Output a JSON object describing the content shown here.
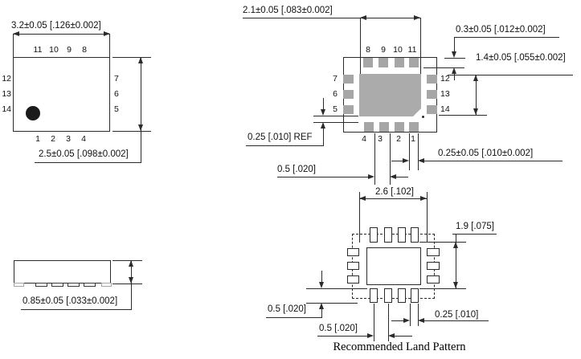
{
  "colors": {
    "line": "#2b2b2b",
    "pad": "#a6a6a6",
    "pad_center": "#ababab",
    "dot": "#1b1b1b",
    "text": "#111111",
    "bg": "#ffffff"
  },
  "top_view": {
    "dim_width": "3.2±0.05 [.126±0.002]",
    "dim_height": "2.5±0.05 [.098±0.002]",
    "pins_top": [
      "11",
      "10",
      "9",
      "8"
    ],
    "pins_left": [
      "12",
      "13",
      "14"
    ],
    "pins_right": [
      "7",
      "6",
      "5"
    ],
    "pins_bottom": [
      "1",
      "2",
      "3",
      "4"
    ]
  },
  "bottom_view": {
    "dim_center_pad_width": "2.1±0.05 [.083±0.002]",
    "dim_lead_length": "0.3±0.05 [.012±0.002]",
    "dim_center_pad_height": "1.4±0.05 [.055±0.002]",
    "dim_corner_ref": "0.25 [.010] REF",
    "dim_pitch": "0.5 [.020]",
    "dim_lead_width": "0.25±0.05 [.010±0.002]",
    "pins_top": [
      "8",
      "9",
      "10",
      "11"
    ],
    "pins_left": [
      "7",
      "6",
      "5"
    ],
    "pins_right": [
      "12",
      "13",
      "14"
    ],
    "pins_bottom": [
      "4",
      "3",
      "2",
      "1"
    ]
  },
  "side_view": {
    "dim_thickness": "0.85±0.05 [.033±0.002]"
  },
  "land_pattern": {
    "dim_width": "2.6 [.102]",
    "dim_height": "1.9 [.075]",
    "dim_pad_length": "0.5 [.020]",
    "dim_pitch": "0.5 [.020]",
    "dim_pad_width": "0.25 [.010]",
    "caption": "Recommended Land Pattern"
  }
}
